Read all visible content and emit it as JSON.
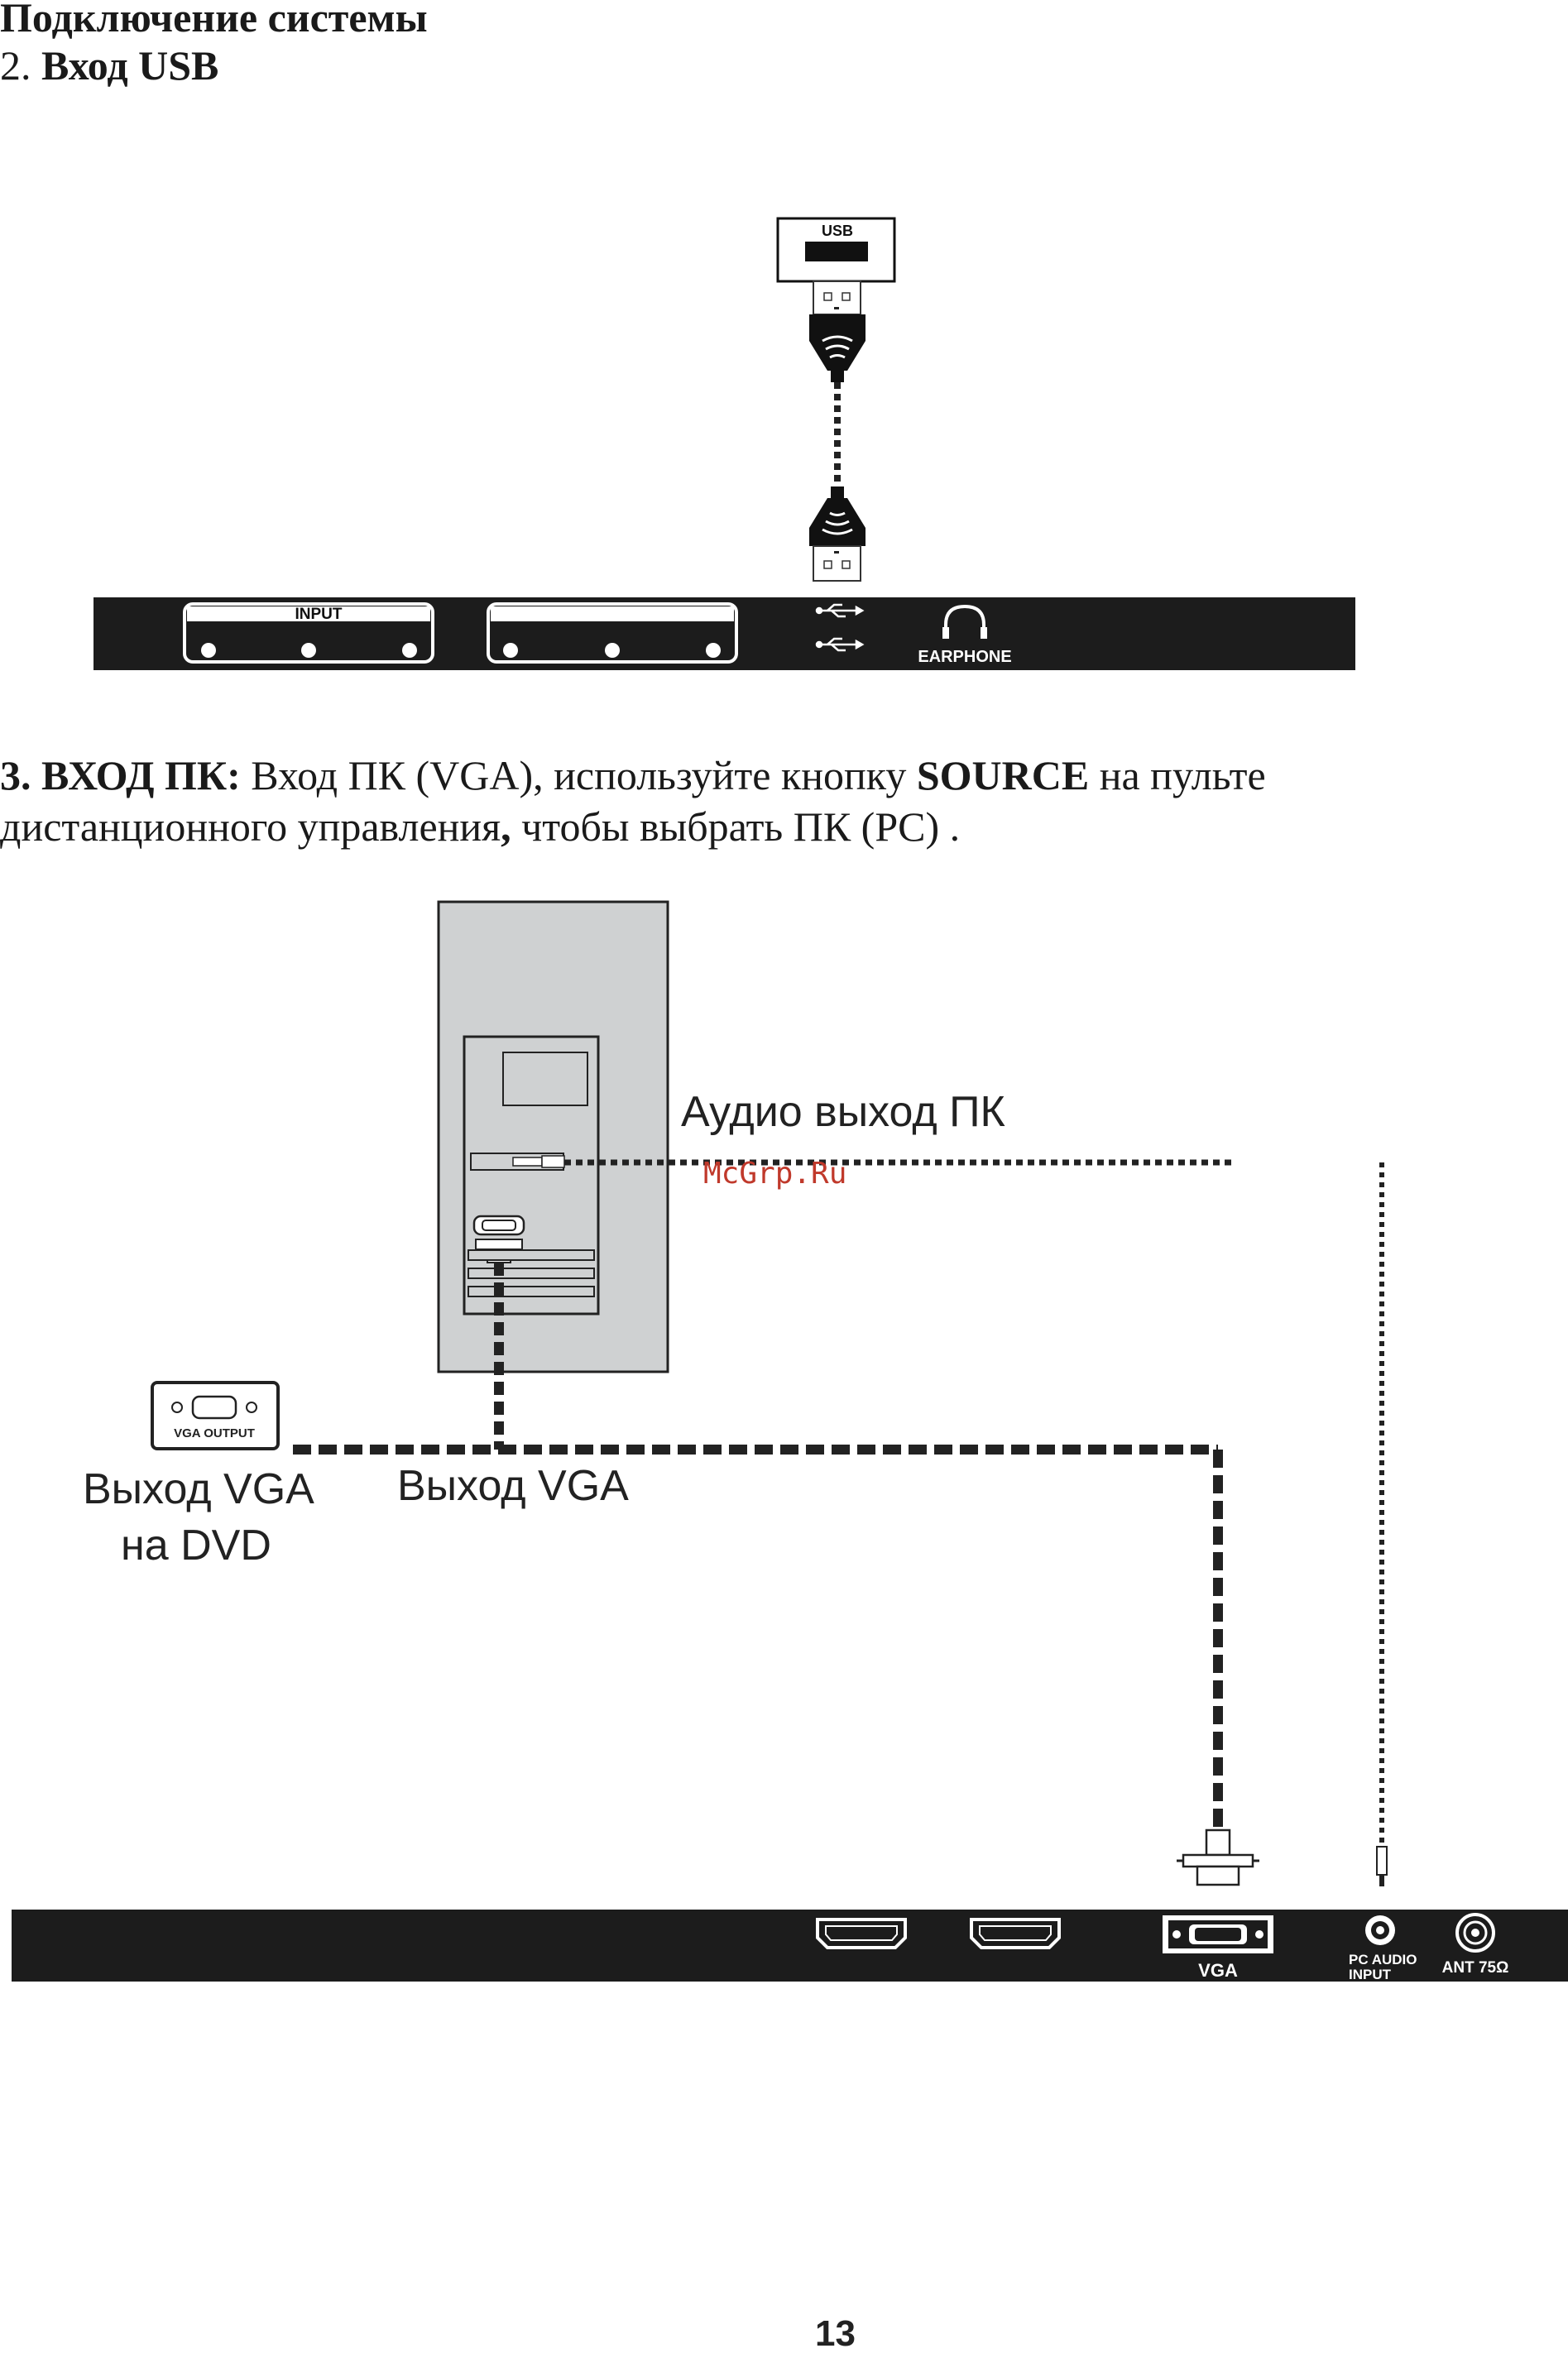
{
  "header": {
    "title": "Подключение системы",
    "usb_number": "2.",
    "usb_title": "Вход USB"
  },
  "pc_section": {
    "lead": "3. ВХОД ПК:",
    "text1": " Вход ПК (VGA), используйте кнопку ",
    "bold_source": "SOURCE",
    "text2": " на пульте дистанционного управления",
    "comma": ",",
    "text3": " чтобы выбрать ПК (PC) ."
  },
  "usb_diagram": {
    "usb_label": "USB",
    "input_label": "INPUT",
    "earphone_label": "EARPHONE"
  },
  "vga_diagram": {
    "audio_out_pc": "Аудио выход ПК",
    "watermark": "McGrp.Ru",
    "vga_output_port": "VGA OUTPUT",
    "vga_out_dvd_line1": "Выход VGA",
    "vga_out_dvd_line2": "на DVD",
    "vga_out": "Выход VGA",
    "vga_port": "VGA",
    "pc_audio_line1": "PC AUDIO",
    "pc_audio_line2": "INPUT",
    "ant": "ANT 75Ω"
  },
  "footer": {
    "page_number": "13"
  }
}
